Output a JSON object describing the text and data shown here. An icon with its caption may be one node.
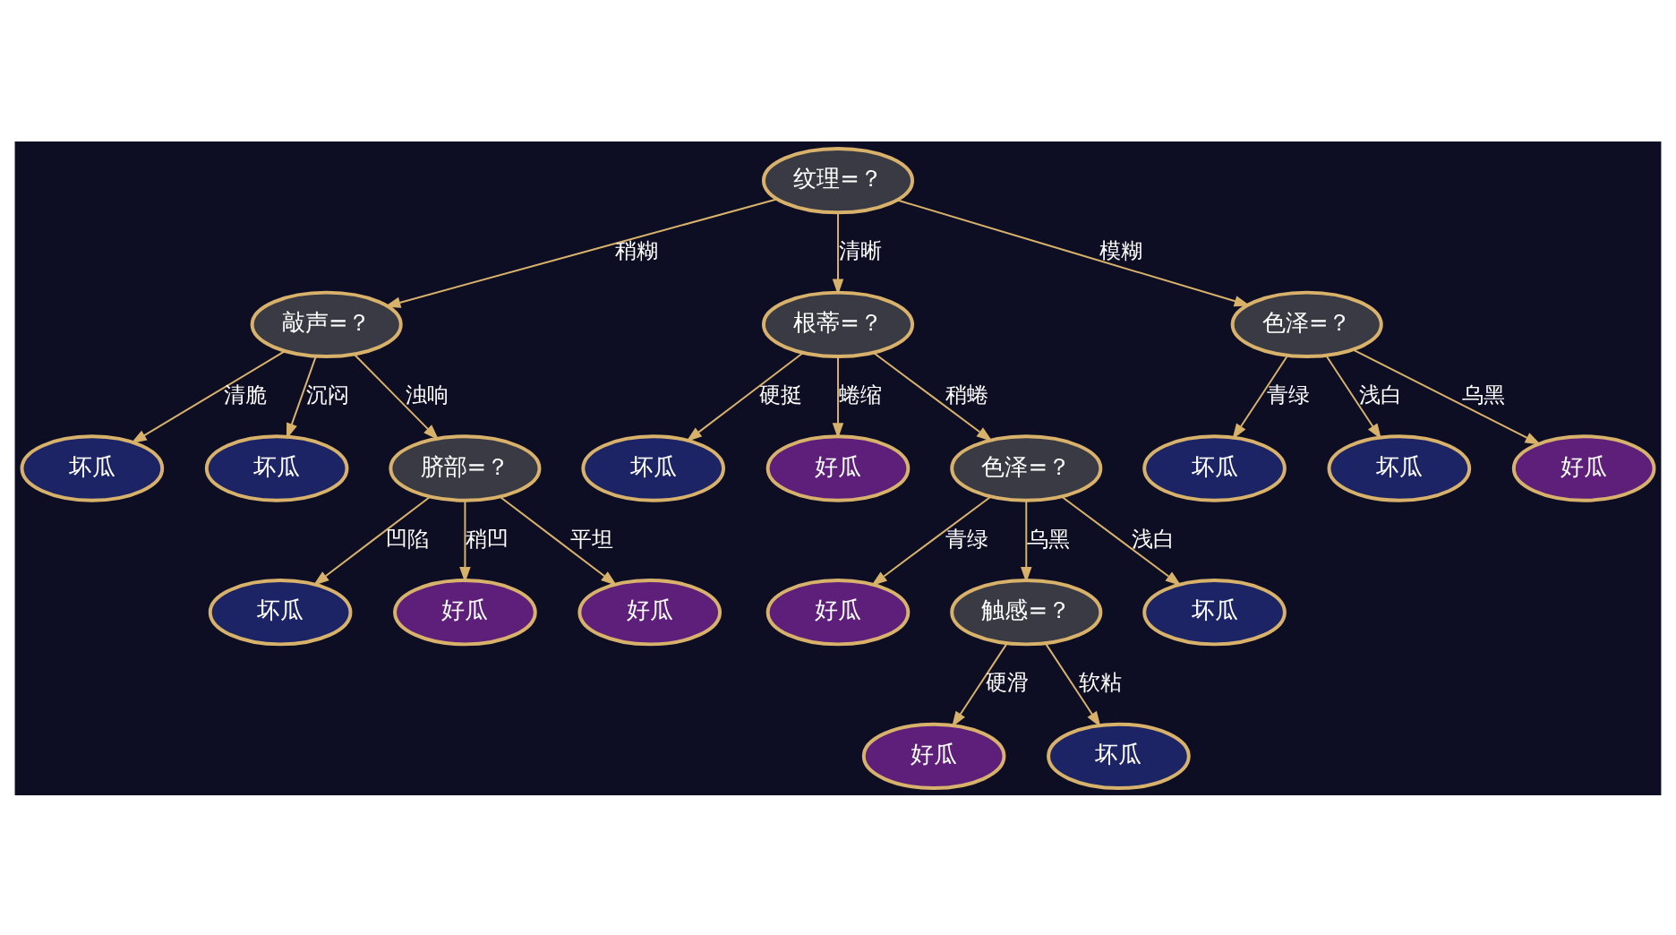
{
  "diagram": {
    "nodes": [
      {
        "text": [
          "纹理=？"
        ]
      },
      {
        "text": [
          "敲声=？"
        ]
      },
      {
        "text": [
          "根蒂=？"
        ]
      },
      {
        "text": [
          "色泽=？"
        ]
      },
      {
        "text": [
          "坏瓜"
        ]
      },
      {
        "text": [
          "坏瓜"
        ]
      },
      {
        "text": [
          "脐部=？"
        ]
      },
      {
        "text": [
          "坏瓜"
        ]
      },
      {
        "text": [
          "好瓜"
        ]
      },
      {
        "text": [
          "坏瓜"
        ]
      },
      {
        "text": [
          "坏瓜"
        ]
      },
      {
        "text": [
          "好瓜"
        ]
      },
      {
        "text": [
          "色泽=？"
        ]
      },
      {
        "text": [
          "坏瓜"
        ]
      },
      {
        "text": [
          "好瓜"
        ]
      },
      {
        "text": [
          "好瓜"
        ]
      },
      {
        "text": [
          "好瓜"
        ]
      },
      {
        "text": [
          "触感=？"
        ]
      },
      {
        "text": [
          "坏瓜"
        ]
      },
      {
        "text": [
          "好瓜"
        ]
      },
      {
        "text": [
          "坏瓜"
        ]
      }
    ],
    "edges": [
      {
        "from": 0,
        "to": 1,
        "arrow": "to",
        "label": "稍糊"
      },
      {
        "from": 0,
        "to": 2,
        "arrow": "to",
        "label": "清晰"
      },
      {
        "from": 0,
        "to": 3,
        "arrow": "to",
        "label": "模糊"
      },
      {
        "from": 1,
        "to": 4,
        "arrow": "to",
        "label": "清脆"
      },
      {
        "from": 1,
        "to": 6,
        "arrow": "to",
        "label": "浊响"
      },
      {
        "from": 1,
        "to": 5,
        "arrow": "to",
        "label": "沉闷"
      },
      {
        "from": 2,
        "to": 7,
        "arrow": "to",
        "label": "硬挺"
      },
      {
        "from": 2,
        "to": 12,
        "arrow": "to",
        "label": "稍蜷"
      },
      {
        "from": 2,
        "to": 8,
        "arrow": "to",
        "label": "蜷缩"
      },
      {
        "from": 3,
        "to": 9,
        "arrow": "to",
        "label": "青绿"
      },
      {
        "from": 3,
        "to": 11,
        "arrow": "to",
        "label": "乌黑"
      },
      {
        "from": 3,
        "to": 10,
        "arrow": "to",
        "label": "浅白"
      },
      {
        "from": 6,
        "to": 13,
        "arrow": "to",
        "label": "凹陷"
      },
      {
        "from": 6,
        "to": 14,
        "arrow": "to",
        "label": "稍凹"
      },
      {
        "from": 6,
        "to": 15,
        "arrow": "to",
        "label": "平坦"
      },
      {
        "from": 12,
        "to": 16,
        "arrow": "to",
        "label": "青绿"
      },
      {
        "from": 12,
        "to": 17,
        "arrow": "to",
        "label": "乌黑"
      },
      {
        "from": 12,
        "to": 18,
        "arrow": "to",
        "label": "浅白"
      },
      {
        "from": 17,
        "to": 19,
        "arrow": "to",
        "label": "硬滑"
      },
      {
        "from": 17,
        "to": 20,
        "arrow": "to",
        "label": "软粘"
      }
    ]
  }
}
